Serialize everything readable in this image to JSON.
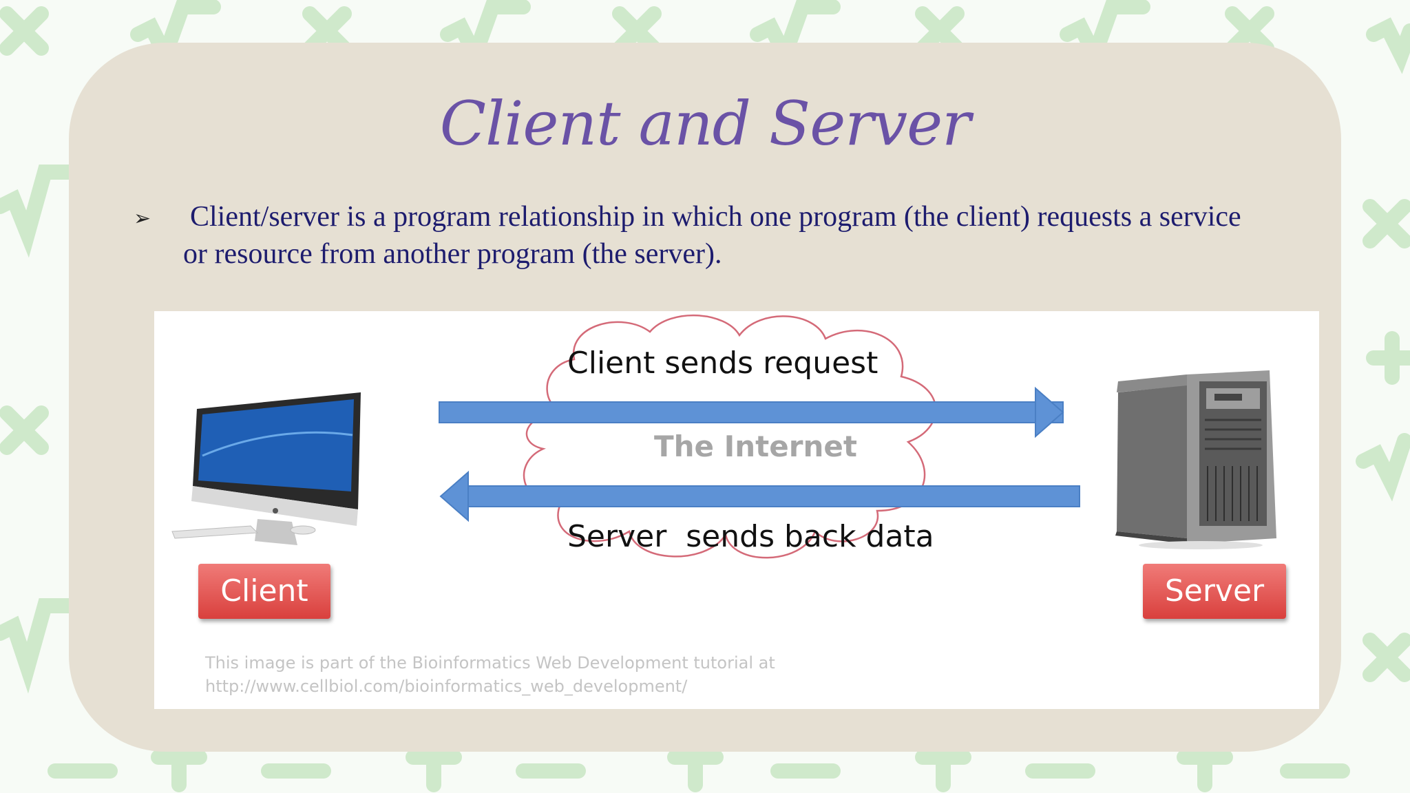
{
  "slide": {
    "title": "Client and Server",
    "bullet": "Client/server is a program relationship in which one program (the client) requests a service or resource from another program (the server)."
  },
  "figure": {
    "request_text": "Client sends request",
    "internet_text": "The Internet",
    "response_text": "Server  sends back data",
    "client_label": "Client",
    "server_label": "Server",
    "caption_line1": "This image is part of the Bioinformatics Web Development tutorial at",
    "caption_line2": "http://www.cellbiol.com/bioinformatics_web_development/"
  },
  "colors": {
    "title": "#6a52a6",
    "bullet_text": "#1d1c6e",
    "card": "#e6e0d3",
    "arrow": "#5e92d6",
    "cloud_outline": "#d46a78",
    "label_red": "#e05a57",
    "math_symbols": "#cfe9cb"
  },
  "icons": [
    "bullet-arrow-icon",
    "imac-computer-icon",
    "tower-server-icon",
    "cloud-outline-icon"
  ]
}
